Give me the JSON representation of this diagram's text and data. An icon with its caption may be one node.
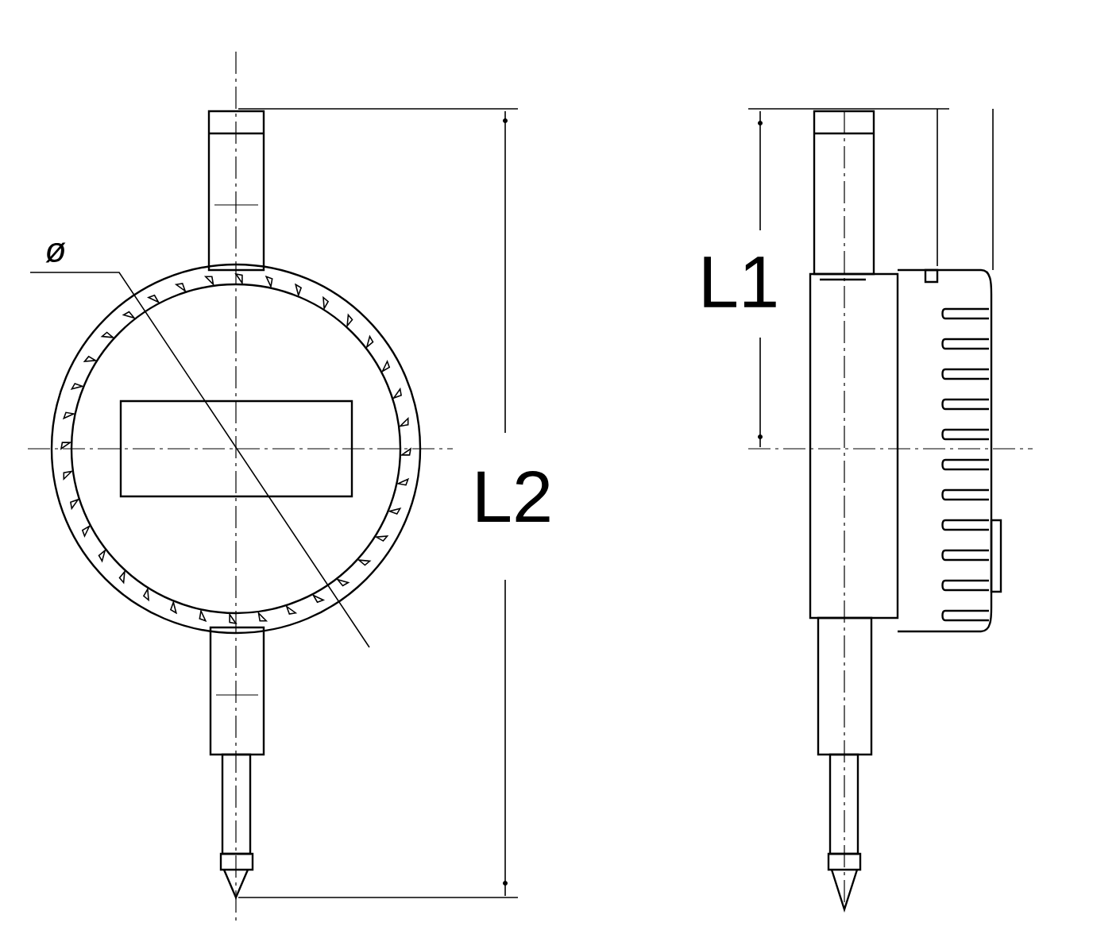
{
  "diagram": {
    "labels": [
      "ø",
      "L1",
      "L2"
    ]
  }
}
